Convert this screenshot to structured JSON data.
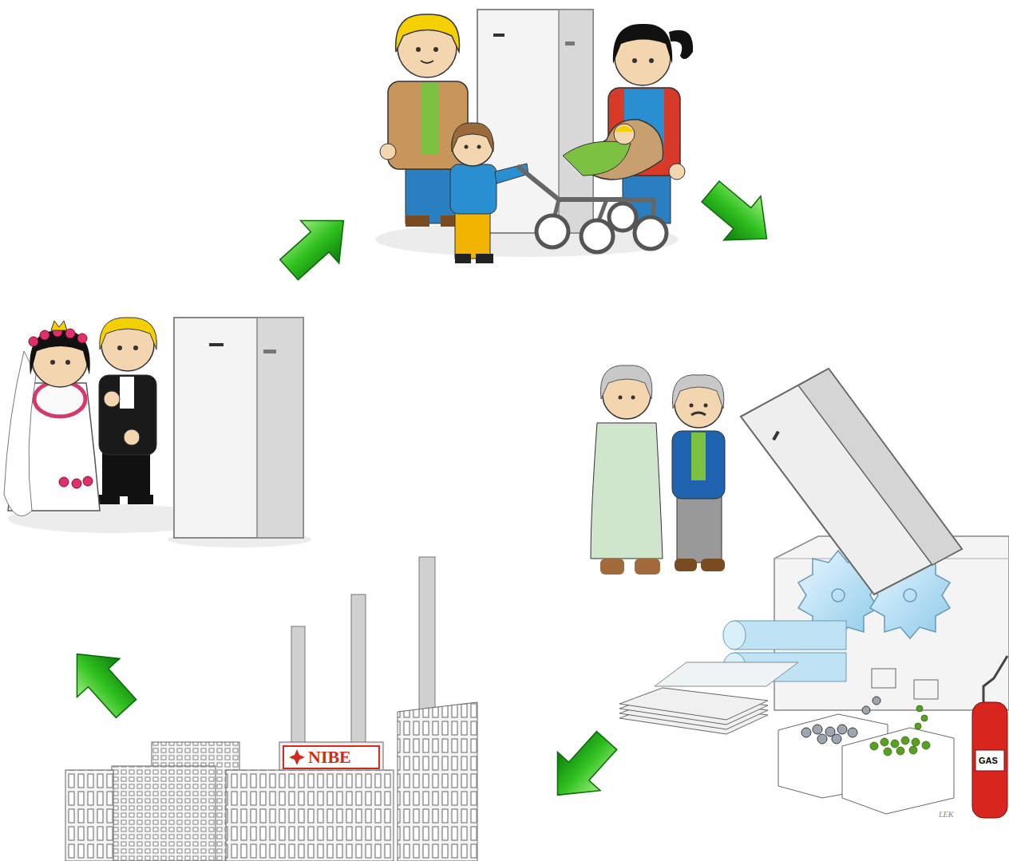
{
  "diagram": {
    "labels": [
      "NIBE",
      "GAS",
      "LEK"
    ]
  }
}
